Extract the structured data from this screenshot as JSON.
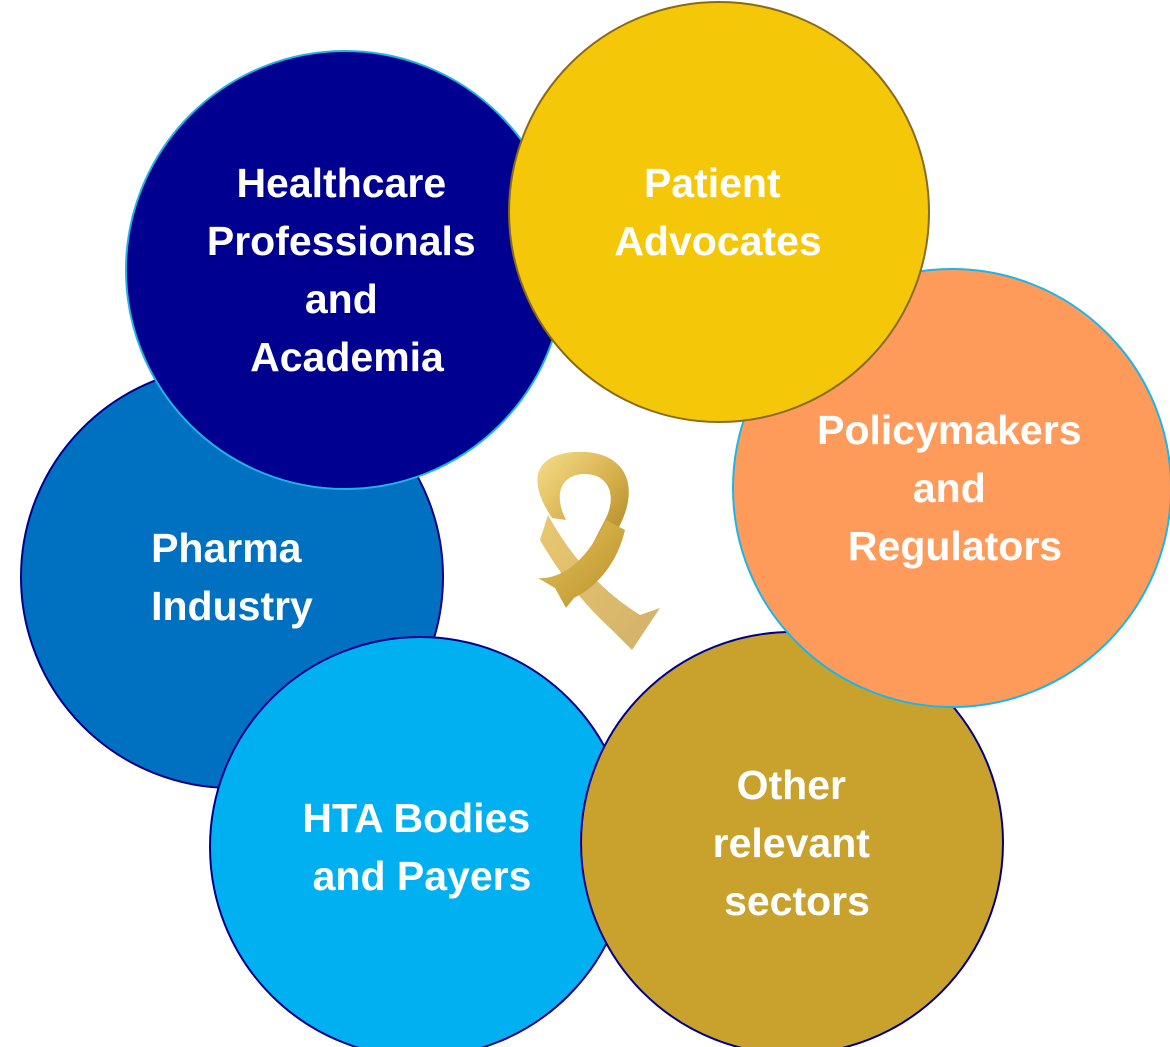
{
  "diagram": {
    "circles": [
      {
        "id": "pharma",
        "lines": [
          "Pharma",
          "Industry"
        ],
        "fill": "#0070C0",
        "stroke": "#00008B",
        "text": "#FFFFFF"
      },
      {
        "id": "hta",
        "lines": [
          "HTA Bodies",
          "and Payers"
        ],
        "fill": "#00B0F0",
        "stroke": "#00008B",
        "text": "#FFFFFF"
      },
      {
        "id": "other",
        "lines": [
          "Other",
          "relevant",
          "sectors"
        ],
        "fill": "#C9A22E",
        "stroke": "#00008B",
        "text": "#FFFFFF"
      },
      {
        "id": "policy",
        "lines": [
          "Policymakers",
          "and",
          "Regulators"
        ],
        "fill": "#FF9B5A",
        "stroke": "#1CB5E8",
        "text": "#FFFFFF"
      },
      {
        "id": "healthcare",
        "lines": [
          "Healthcare",
          "Professionals",
          "and",
          "Academia"
        ],
        "fill": "#000090",
        "stroke": "#22B2E6",
        "text": "#FFFFFF"
      },
      {
        "id": "patient",
        "lines": [
          "Patient",
          "Advocates"
        ],
        "fill": "#F4C809",
        "stroke": "#8A6A1A",
        "text": "#FFFFFF"
      }
    ],
    "center_icon": "gold-awareness-ribbon-icon"
  }
}
